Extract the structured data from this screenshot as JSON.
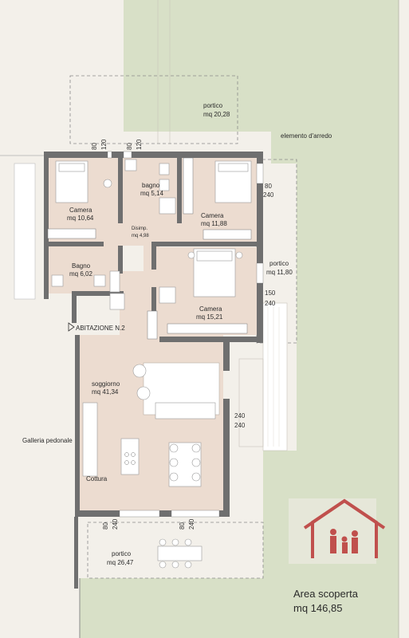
{
  "rooms": {
    "portico_top": {
      "name": "portico",
      "area": "mq 20,28"
    },
    "elemento": {
      "name": "elemento d'arredo"
    },
    "camera1": {
      "name": "Camera",
      "area": "mq 10,64"
    },
    "bagno1": {
      "name": "bagno",
      "area": "mq 5,14"
    },
    "camera2": {
      "name": "Camera",
      "area": "mq 11,88"
    },
    "disimp": {
      "name": "Disimp.",
      "area": "mq 4,98"
    },
    "portico_right": {
      "name": "portico",
      "area": "mq 11,80"
    },
    "bagno2": {
      "name": "Bagno",
      "area": "mq 6,02"
    },
    "camera3": {
      "name": "Camera",
      "area": "mq 15,21"
    },
    "abitazione": {
      "name": "ABITAZIONE N.2"
    },
    "soggiorno": {
      "name": "soggiorno",
      "area": "mq 41,34"
    },
    "galleria": {
      "name": "Galleria pedonale"
    },
    "cottura": {
      "name": "Cottura"
    },
    "portico_bottom": {
      "name": "portico",
      "area": "mq 26,47"
    },
    "area_scoperta": {
      "name": "Area scoperta",
      "area": "mq 146,85"
    }
  },
  "dimensions": {
    "top_a": "80",
    "top_b": "120",
    "top_c": "80",
    "top_d": "120",
    "right_a": "80",
    "right_b": "240",
    "right_c": "150",
    "right_d": "240",
    "mid_a": "240",
    "mid_b": "240",
    "bot_a": "80",
    "bot_b": "240",
    "bot_c": "80",
    "bot_d": "240"
  },
  "colors": {
    "background": "#f3f0ea",
    "garden": "#d8e0c7",
    "room_floor": "#ecdcd0",
    "wall": "#6f6f6f",
    "logo": "#c0504d"
  },
  "logo": {
    "icon": "house-family-icon"
  }
}
